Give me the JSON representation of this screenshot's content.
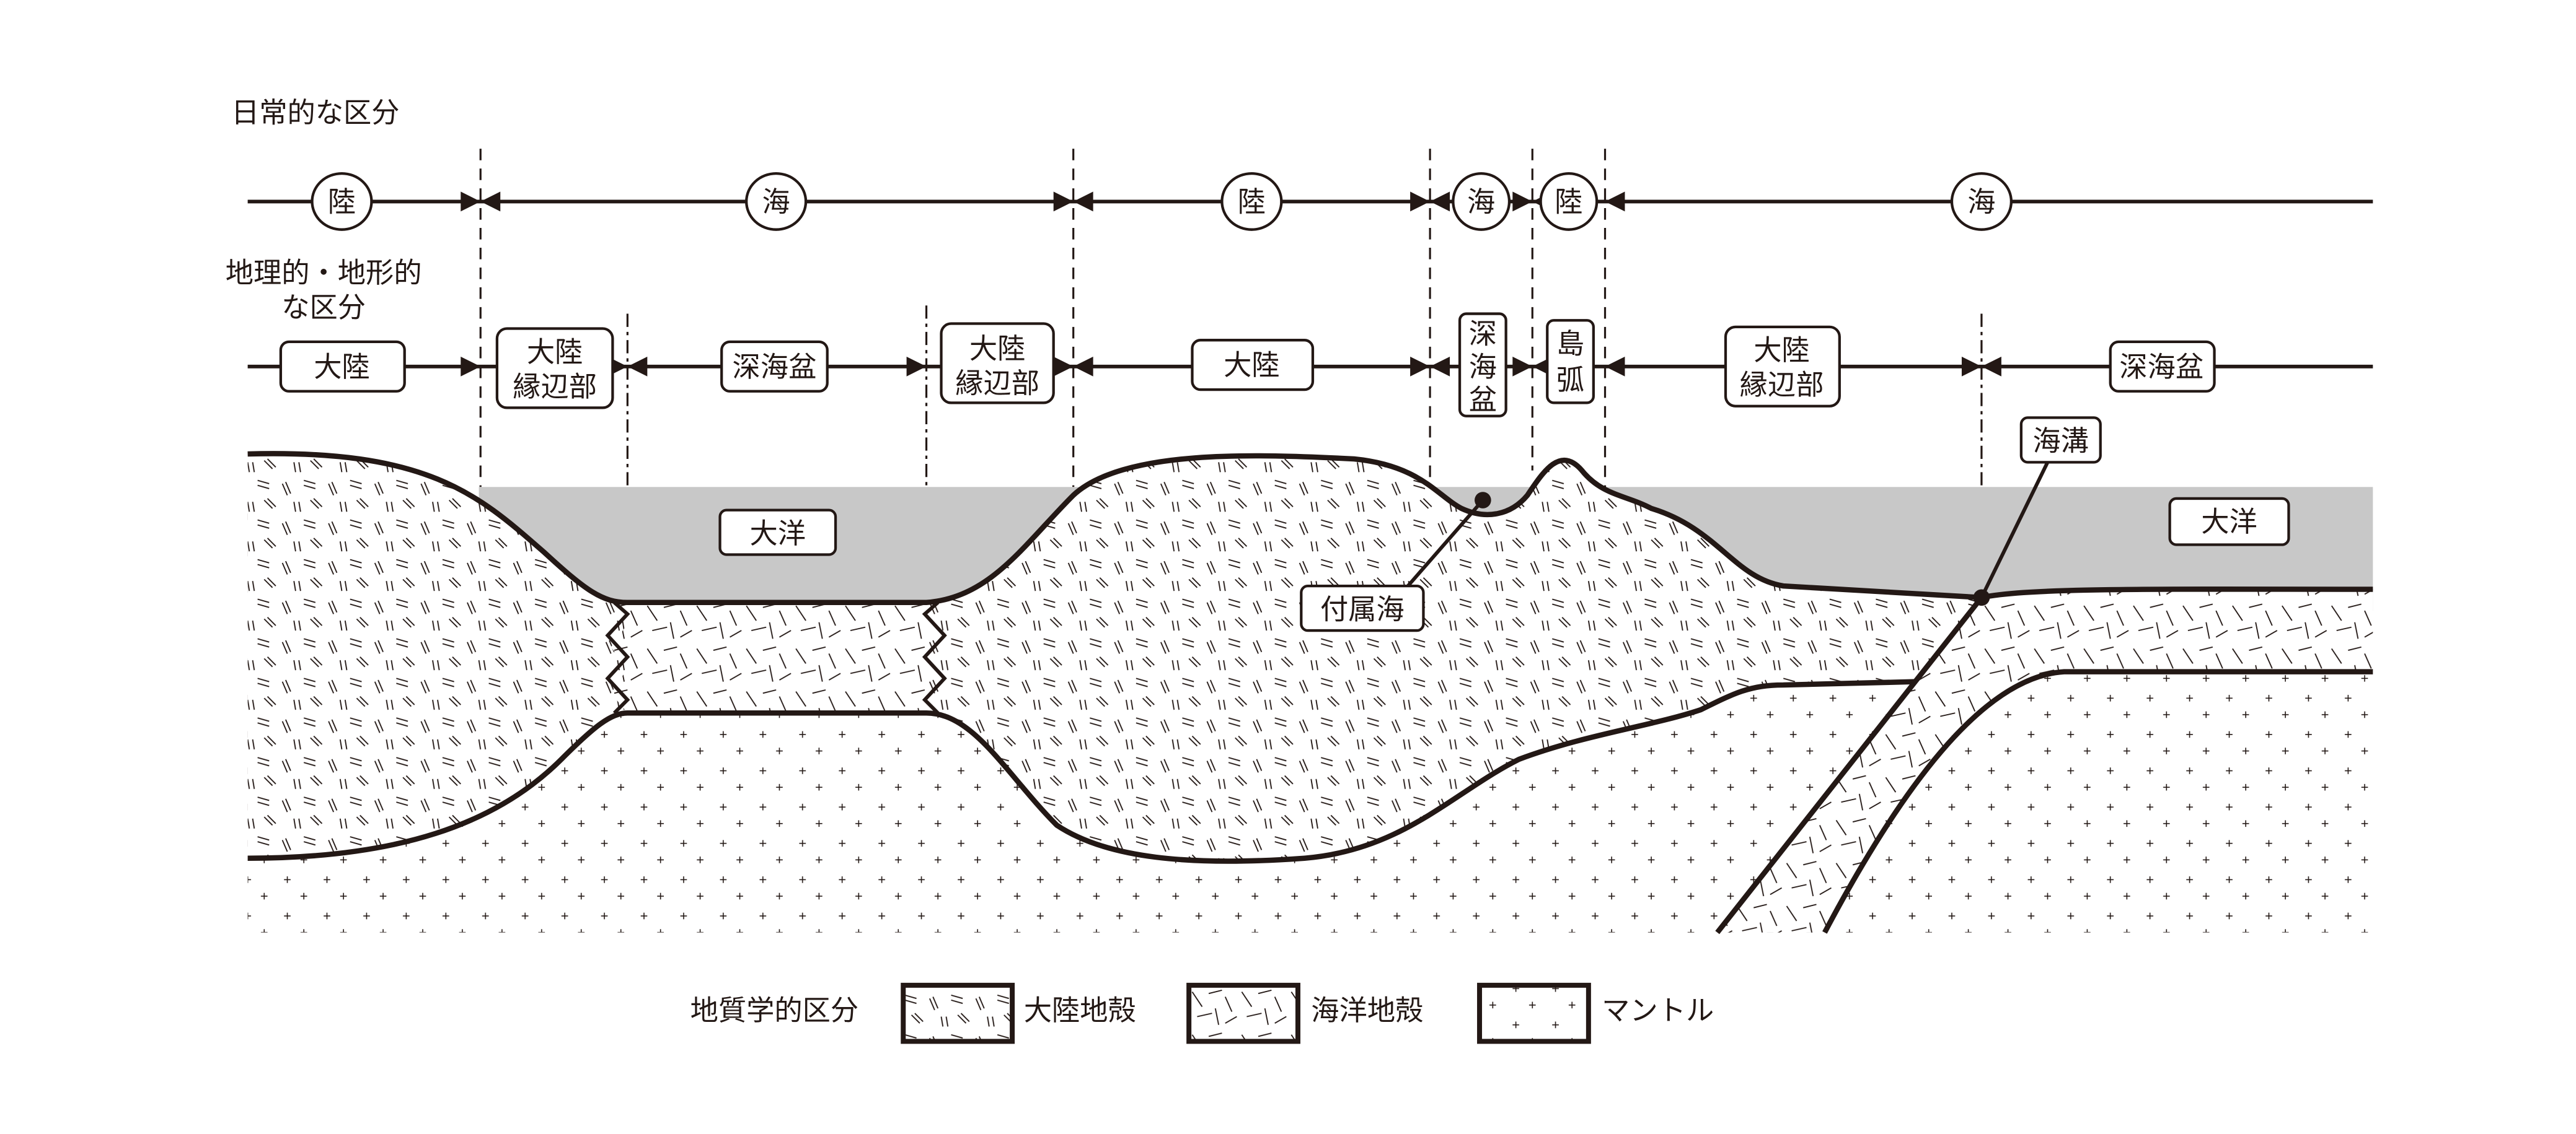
{
  "rows": {
    "everyday": {
      "title": "日常的な区分",
      "items": [
        "陸",
        "海",
        "陸",
        "海",
        "陸",
        "海"
      ]
    },
    "geographic": {
      "title_line1": "地理的・地形的",
      "title_line2": "な区分",
      "items": [
        {
          "line1": "大陸",
          "line2": ""
        },
        {
          "line1": "大陸",
          "line2": "縁辺部"
        },
        {
          "line1": "深海盆",
          "line2": ""
        },
        {
          "line1": "大陸",
          "line2": "縁辺部"
        },
        {
          "line1": "大陸",
          "line2": ""
        },
        {
          "line1": "深",
          "line2": "海",
          "line3": "盆"
        },
        {
          "line1": "島",
          "line2": "弧"
        },
        {
          "line1": "大陸",
          "line2": "縁辺部"
        },
        {
          "line1": "深海盆",
          "line2": ""
        }
      ]
    }
  },
  "section": {
    "ocean_label_left": "大洋",
    "ocean_label_right": "大洋",
    "marginal_sea": "付属海",
    "trench": "海溝"
  },
  "legend": {
    "title": "地質学的区分",
    "items": [
      "大陸地殻",
      "海洋地殻",
      "マントル"
    ]
  },
  "colors": {
    "ink": "#231815",
    "water": "#c8c8c8"
  }
}
